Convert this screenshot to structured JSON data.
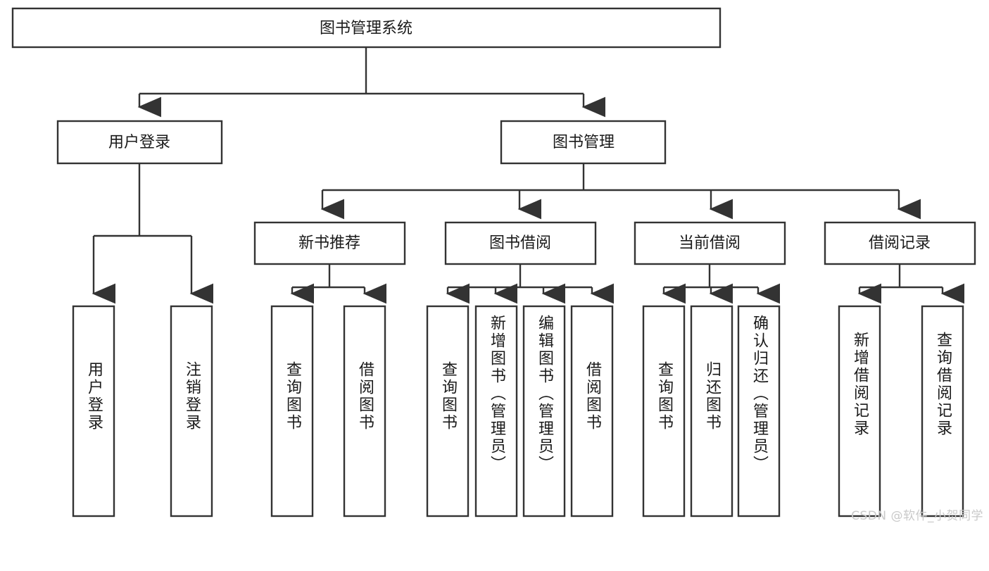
{
  "diagram": {
    "type": "tree",
    "title": "图书管理系统",
    "watermark": "CSDN @软件_小贺同学",
    "root": {
      "label": "图书管理系统"
    },
    "level2": [
      {
        "label": "用户登录"
      },
      {
        "label": "图书管理"
      }
    ],
    "level3": [
      {
        "label": "新书推荐"
      },
      {
        "label": "图书借阅"
      },
      {
        "label": "当前借阅"
      },
      {
        "label": "借阅记录"
      }
    ],
    "leaves": {
      "user_login": [
        {
          "label": "用户登录"
        },
        {
          "label": "注销登录"
        }
      ],
      "new_book_recommend": [
        {
          "label": "查询图书"
        },
        {
          "label": "借阅图书"
        }
      ],
      "book_borrow": [
        {
          "label": "查询图书"
        },
        {
          "label": "新增图书（管理员）"
        },
        {
          "label": "编辑图书（管理员）"
        },
        {
          "label": "借阅图书"
        }
      ],
      "current_borrow": [
        {
          "label": "查询图书"
        },
        {
          "label": "归还图书"
        },
        {
          "label": "确认归还（管理员）"
        }
      ],
      "borrow_record": [
        {
          "label": "新增借阅记录"
        },
        {
          "label": "查询借阅记录"
        }
      ]
    }
  }
}
